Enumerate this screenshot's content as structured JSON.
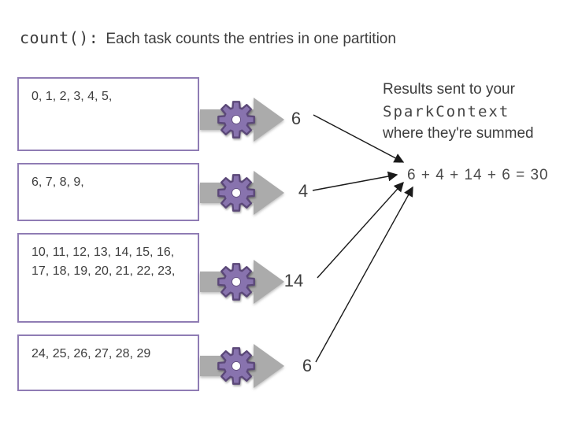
{
  "title": {
    "code": "count():",
    "text": "Each task counts the entries in one partition"
  },
  "partitions": [
    {
      "values": "0, 1, 2, 3, 4, 5,",
      "count": "6"
    },
    {
      "values": "6, 7, 8, 9,",
      "count": "4"
    },
    {
      "values": "10, 11, 12, 13, 14, 15, 16, 17, 18, 19, 20, 21, 22, 23,",
      "count": "14"
    },
    {
      "values": "24, 25, 26, 27, 28, 29",
      "count": "6"
    }
  ],
  "results_note": {
    "line1": "Results sent to your",
    "code": "SparkContext",
    "line3": "where they're summed"
  },
  "sum_equation": "6 + 4 + 14 + 6 = 30",
  "icons": {
    "gear": "gear-icon",
    "process_arrow": "process-arrow-icon",
    "connector": "connector-arrow"
  },
  "colors": {
    "box_border": "#8f7cb4",
    "gear_fill": "#8873ae",
    "gear_stroke": "#5b4878",
    "arrow_gray": "#ababab",
    "text": "#3d3d3d"
  }
}
